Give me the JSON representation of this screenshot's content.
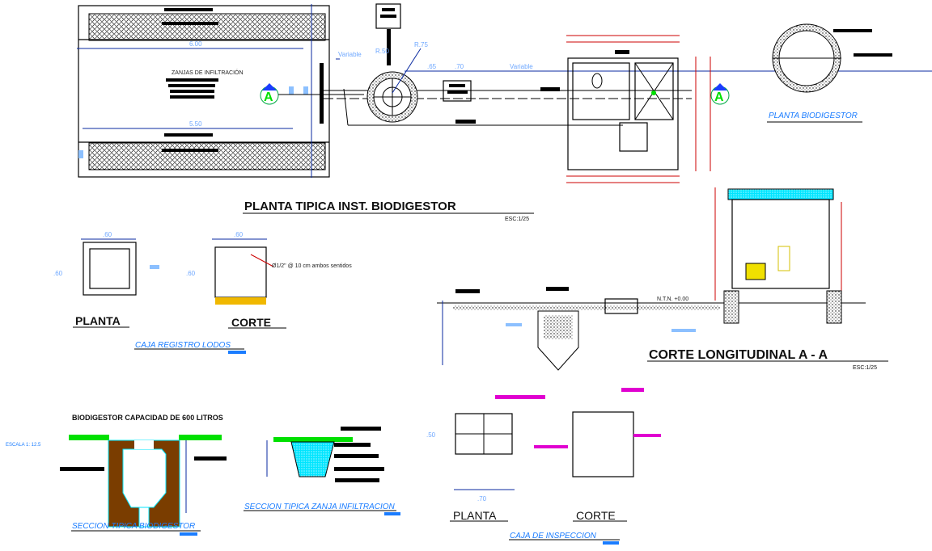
{
  "plan": {
    "trench_label": "ZANJAS DE INFILTRACIÓN",
    "dim_600": "6.00",
    "dim_550": "5.50",
    "variable_1": "Variable",
    "variable_2": "Variable",
    "r50": "R.50",
    "r75": "R.75",
    "dim_65": ".65",
    "dim_70": ".70",
    "section_mark": "A",
    "title": "PLANTA TIPICA INST. BIODIGESTOR",
    "scale": "ESC:1/25",
    "biodigester_plan": "PLANTA BIODIGESTOR"
  },
  "sludge_box": {
    "dim_w1": ".60",
    "dim_h1": ".60",
    "dim_w2": ".60",
    "dim_h2": ".60",
    "rebar_note": "Ø1/2\" @ 10 cm ambos sentidos",
    "plan_label": "PLANTA",
    "section_label": "CORTE",
    "caption": "CAJA REGISTRO LODOS"
  },
  "longitudinal": {
    "ntn": "N.T.N. +0.00",
    "title": "CORTE LONGITUDINAL A - A",
    "scale": "ESC:1/25"
  },
  "biodigester_section": {
    "title": "BIODIGESTOR CAPACIDAD DE 600 LITROS",
    "scale": "ESCALA 1: 12.5",
    "caption": "SECCION TIPICA BIODIGESTOR"
  },
  "trench_section": {
    "caption": "SECCION TIPICA ZANJA INFILTRACION"
  },
  "inspection_box": {
    "dim_h": ".50",
    "dim_w": ".70",
    "plan_label": "PLANTA",
    "section_label": "CORTE",
    "caption": "CAJA DE INSPECCION"
  },
  "colors": {
    "dimension": "#6fa8ff",
    "caption": "#1a7cff",
    "ground": "#00e000",
    "soil": "#7a3d00",
    "tank": "#00e5ff",
    "gravel": "#f0b800",
    "leader": "#e00000",
    "magenta": "#e000d0"
  }
}
